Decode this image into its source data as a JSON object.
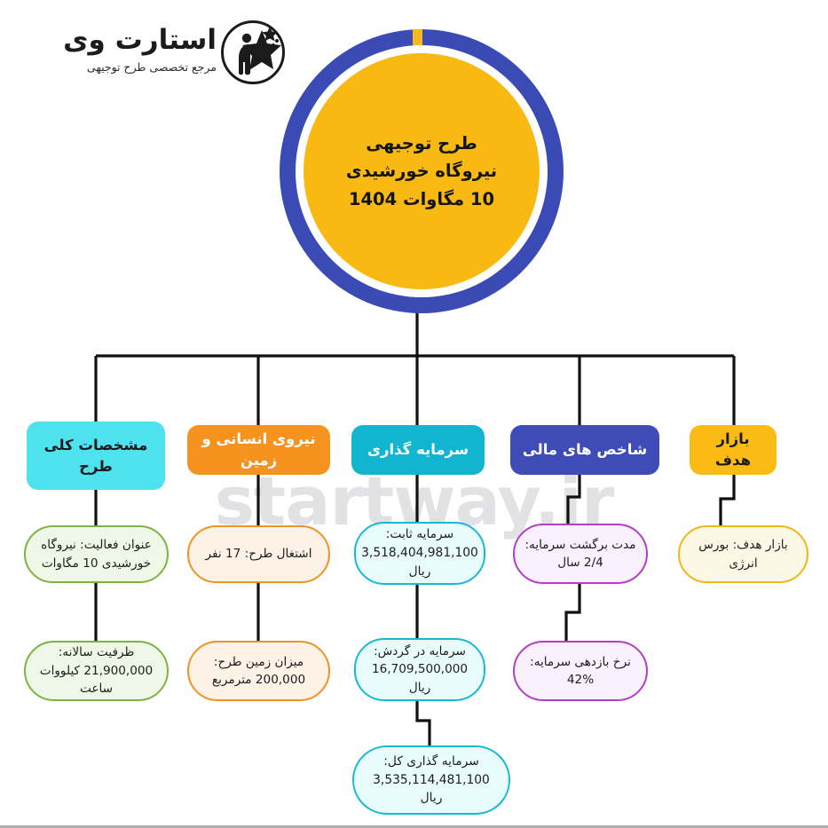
{
  "brand": {
    "logo_title": "استارت وی",
    "logo_subtitle": "مرجع تخصصی طرح توجیهی",
    "logo_icon": "star-person-logo-icon",
    "watermark": "startway.ir"
  },
  "hub": {
    "title": "طرح توجیهی\nنیروگاه خورشیدی\n10 مگاوات 1404",
    "ring_color": "#3b4bb5",
    "core_color": "#f8b912",
    "gap_color": "#f9b81c"
  },
  "branches": [
    {
      "id": "target-market",
      "header": "بازار هدف",
      "header_bg": "#f9bb14",
      "header_text": "#1a1a1a",
      "accent": "#f2b617",
      "fill": "#fdf7e6",
      "items": [
        {
          "text": "بازار هدف: بورس انرژی"
        }
      ]
    },
    {
      "id": "financial-indicators",
      "header": "شاخص های مالی",
      "header_bg": "#3f4cb8",
      "header_text": "#ffffff",
      "accent": "#b33ec6",
      "fill": "#fbf0fd",
      "items": [
        {
          "text": "مدت برگشت سرمایه:\n2/4 سال"
        },
        {
          "text": "نرخ بازدهی سرمایه:\n42%"
        }
      ]
    },
    {
      "id": "investment",
      "header": "سرمایه گذاری",
      "header_bg": "#12b5cf",
      "header_text": "#ffffff",
      "accent": "#18b9d4",
      "fill": "#e8fbfd",
      "items": [
        {
          "text": "سرمایه ثابت:\n3,518,404,981,100\nریال"
        },
        {
          "text": "سرمایه در گردش:\n16,709,500,000 ریال"
        },
        {
          "text": "سرمایه گذاری کل:\n3,535,114,481,100 ریال"
        }
      ]
    },
    {
      "id": "manpower-land",
      "header": "نیروی انسانی و زمین",
      "header_bg": "#f6921e",
      "header_text": "#ffffff",
      "accent": "#ef9324",
      "fill": "#fdf2e6",
      "items": [
        {
          "text": "اشتغال طرح: 17 نفر"
        },
        {
          "text": "میزان زمین طرح:\n200,000 مترمربع"
        }
      ]
    },
    {
      "id": "general-specs",
      "header": "مشخصات کلی\nطرح",
      "header_bg": "#4ee2ef",
      "header_text": "#1a1a1a",
      "accent": "#7cb champ",
      "fill": "#eff7e7",
      "items": [
        {
          "text": "عنوان فعالیت: نیروگاه\nخورشیدی 10 مگاوات"
        },
        {
          "text": "ظرفیت سالانه:\n21,900,000 کیلووات\nساعت"
        }
      ]
    }
  ],
  "nodes": {
    "specs_header": "مشخصات کلی\nطرح",
    "manpower_header": "نیروی انسانی و زمین",
    "investment_header": "سرمایه گذاری",
    "financial_header": "شاخص های مالی",
    "market_header": "بازار هدف",
    "specs_1": "عنوان فعالیت: نیروگاه\nخورشیدی 10 مگاوات",
    "specs_2": "ظرفیت سالانه:\n21,900,000 کیلووات\nساعت",
    "manpower_1": "اشتغال طرح: 17 نفر",
    "manpower_2": "میزان زمین طرح:\n200,000 مترمربع",
    "investment_1": "سرمایه ثابت:\n3,518,404,981,100\nریال",
    "investment_2": "سرمایه در گردش:\n16,709,500,000 ریال",
    "investment_3": "سرمایه گذاری کل:\n3,535,114,481,100 ریال",
    "financial_1": "مدت برگشت سرمایه:\n2/4 سال",
    "financial_2": "نرخ بازدهی سرمایه:\n42%",
    "market_1": "بازار هدف: بورس انرژی"
  },
  "colors": {
    "connector": "#111111",
    "footer_rule": "#adadad",
    "green_accent": "#7cb342",
    "green_fill": "#eff7e7"
  }
}
